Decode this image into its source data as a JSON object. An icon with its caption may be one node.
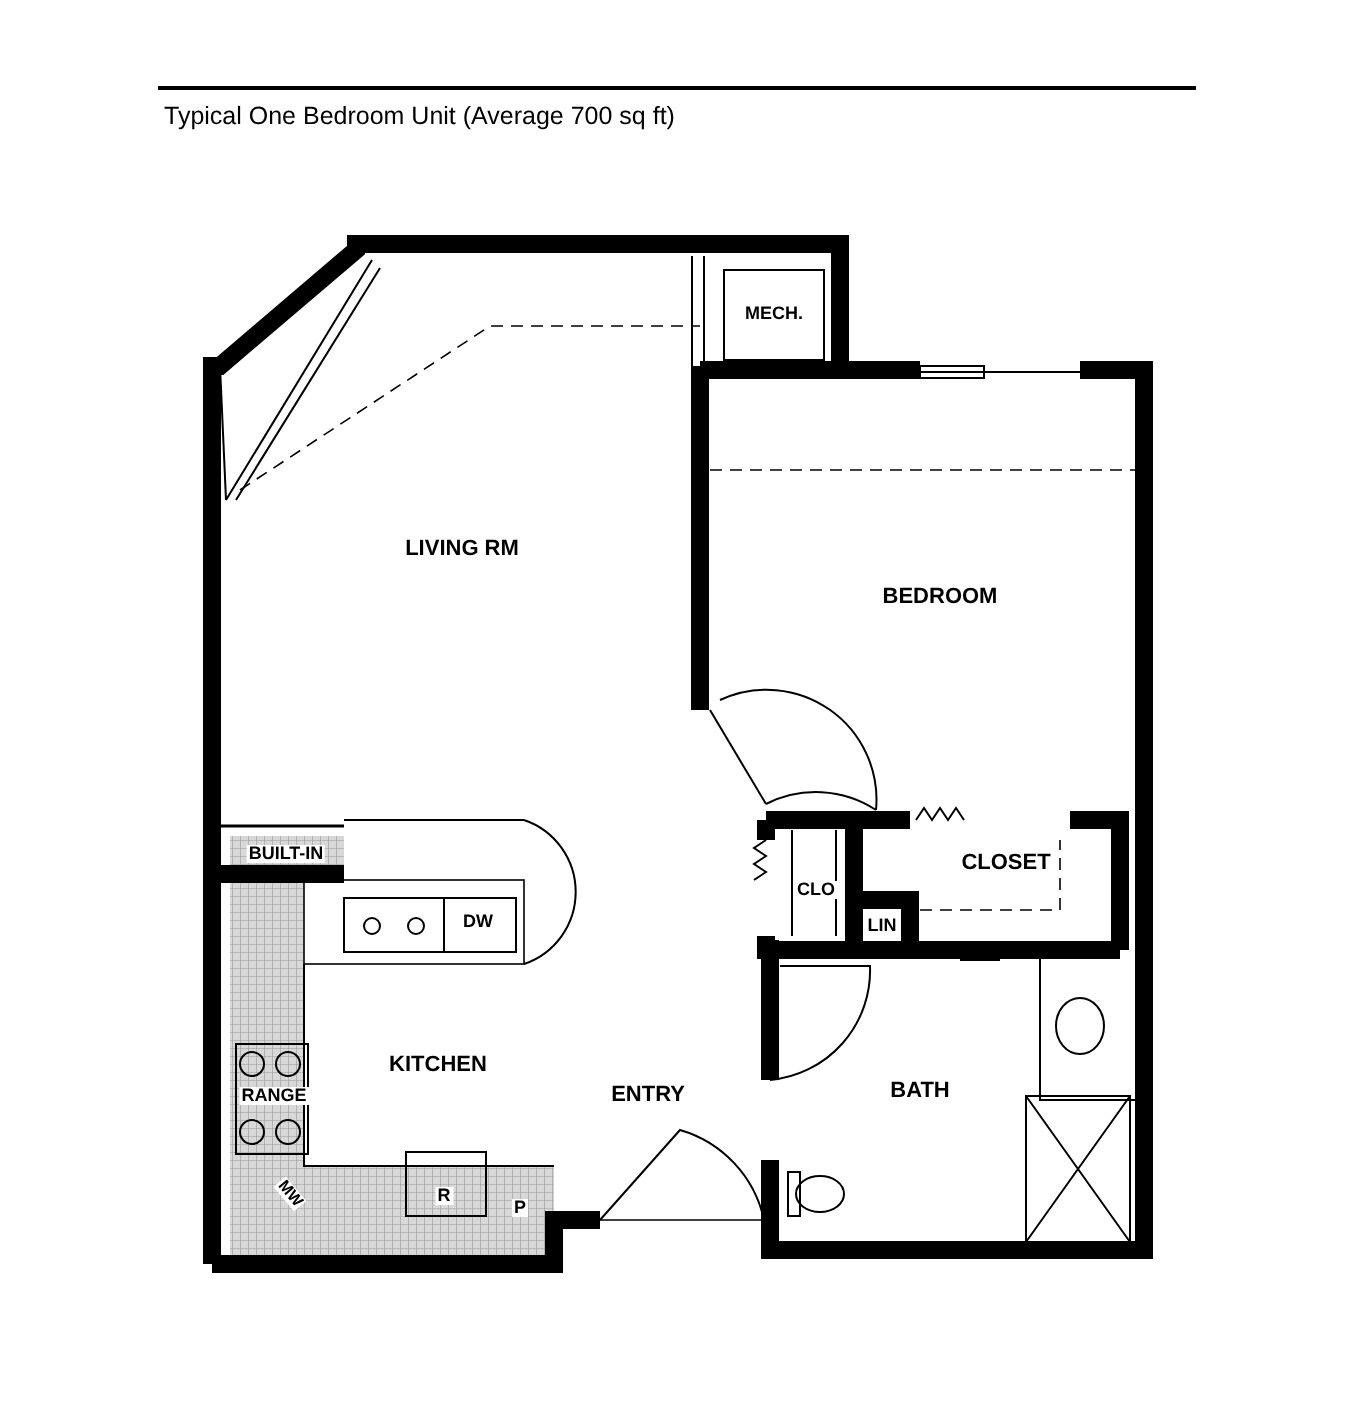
{
  "diagram": {
    "title": "Typical One Bedroom Unit (Average 700 sq ft)",
    "labels": [
      "MECH.",
      "LIVING RM",
      "BEDROOM",
      "BUILT-IN",
      "CLOSET",
      "CLO",
      "DW",
      "LIN",
      "KITCHEN",
      "RANGE",
      "ENTRY",
      "BATH",
      "MW",
      "R",
      "P"
    ]
  }
}
